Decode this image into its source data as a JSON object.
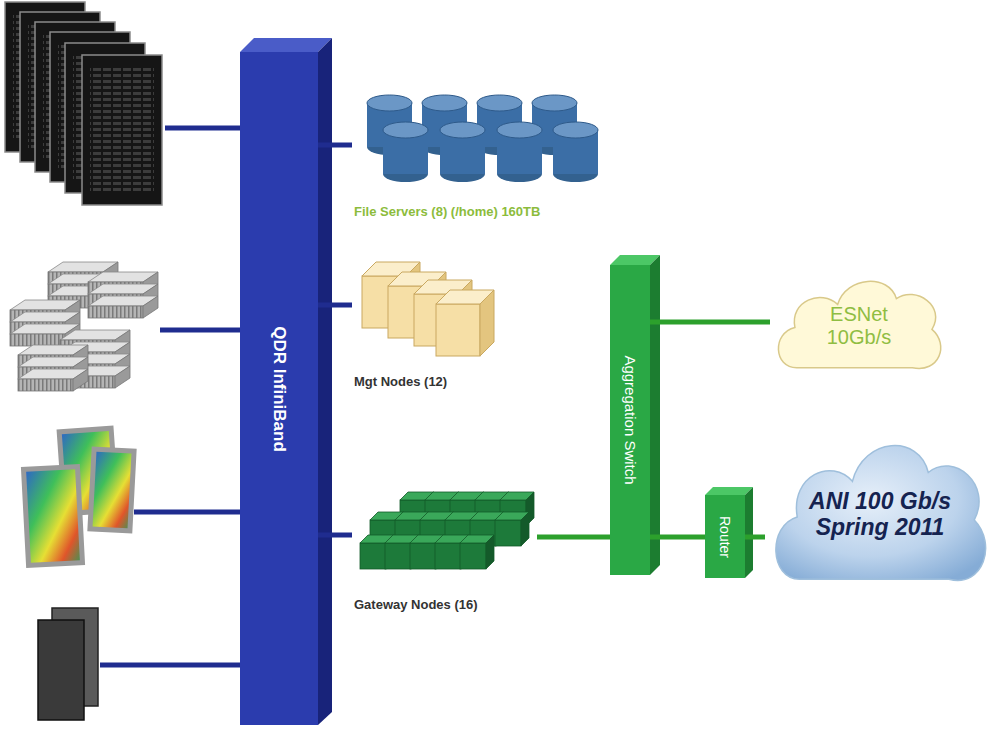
{
  "diagram": {
    "nodes": [
      {
        "text": [
          "QDR InfiniBand"
        ]
      },
      {
        "text": [
          "File Servers (8) (/home) 160TB"
        ]
      },
      {
        "text": [
          "Mgt Nodes (12)"
        ]
      },
      {
        "text": [
          "Gateway Nodes (16)"
        ]
      },
      {
        "text": [
          "Aggregation Switch"
        ]
      },
      {
        "text": [
          "ESNet 10Gb/s"
        ]
      },
      {
        "text": [
          "Router"
        ]
      },
      {
        "text": [
          "ANI 100 Gb/s Spring 2011"
        ]
      }
    ],
    "edges": [
      {
        "from": 0,
        "to": 1,
        "arrow": "none"
      },
      {
        "from": 0,
        "to": 2,
        "arrow": "none"
      },
      {
        "from": 0,
        "to": 3,
        "arrow": "none"
      },
      {
        "from": 3,
        "to": 4,
        "arrow": "none"
      },
      {
        "from": 4,
        "to": 5,
        "arrow": "none"
      },
      {
        "from": 4,
        "to": 6,
        "arrow": "none"
      },
      {
        "from": 6,
        "to": 7,
        "arrow": "none"
      }
    ]
  }
}
